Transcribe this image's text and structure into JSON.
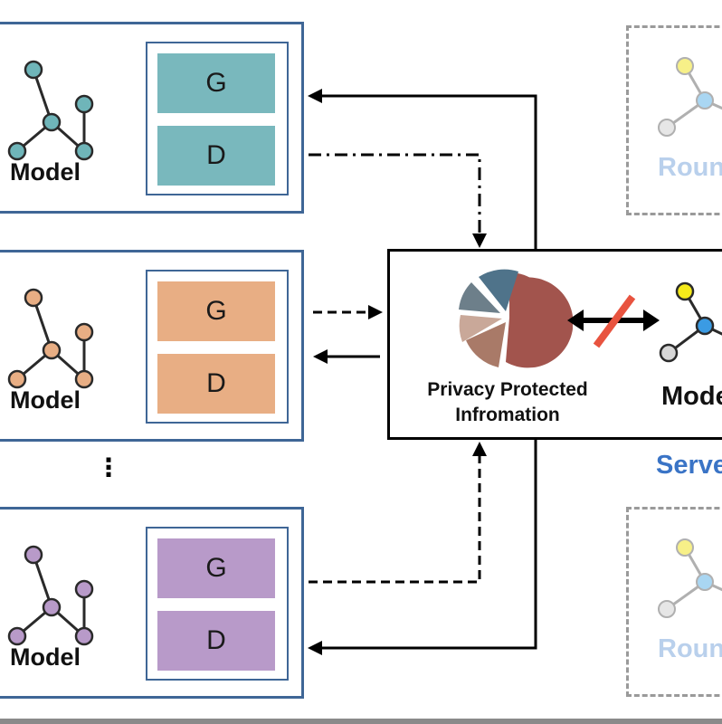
{
  "clients": [
    {
      "model_label": "Model",
      "g_label": "G",
      "d_label": "D",
      "color": "#79b8bd",
      "node_color": "#6fb5b9"
    },
    {
      "model_label": "Model",
      "g_label": "G",
      "d_label": "D",
      "color": "#e8ae84",
      "node_color": "#e8ae84"
    },
    {
      "model_label": "Model",
      "g_label": "G",
      "d_label": "D",
      "color": "#b89ac9",
      "node_color": "#b89ac9"
    }
  ],
  "ellipsis": "⋮",
  "server": {
    "privacy_line1": "Privacy Protected",
    "privacy_line2": "Infromation",
    "model_label": "Model",
    "caption": "Server"
  },
  "rounds": [
    {
      "label": "Round"
    },
    {
      "label": "Round"
    }
  ],
  "colors": {
    "client_border": "#3f6696",
    "server_caption": "#3a74c6",
    "round_text": "#b9d0ec",
    "slash": "#e8533f"
  }
}
